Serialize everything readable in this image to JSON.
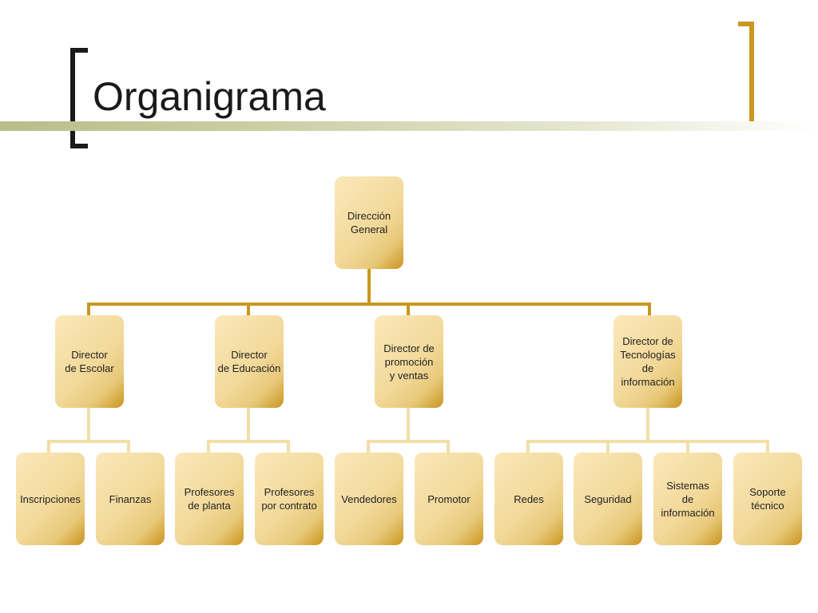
{
  "slide": {
    "title": "Organigrama"
  },
  "org": {
    "root": {
      "label": "Dirección\nGeneral"
    },
    "directors": [
      {
        "label": "Director\nde Escolar",
        "children": [
          "Inscripciones",
          "Finanzas"
        ]
      },
      {
        "label": "Director\nde Educación",
        "children": [
          "Profesores\nde planta",
          "Profesores\npor contrato"
        ]
      },
      {
        "label": "Director de\npromoción\ny ventas",
        "children": [
          "Vendedores",
          "Promotor"
        ]
      },
      {
        "label": "Director de\nTecnologías\nde\ninformación",
        "children": [
          "Redes",
          "Seguridad",
          "Sistemas\nde\ninformación",
          "Soporte\ntécnico"
        ]
      }
    ]
  },
  "colors": {
    "connector_top": "#c9961f",
    "connector_bottom": "#f2dfa6",
    "box_light": "#fbe8ba",
    "box_dark": "#c9951f"
  }
}
